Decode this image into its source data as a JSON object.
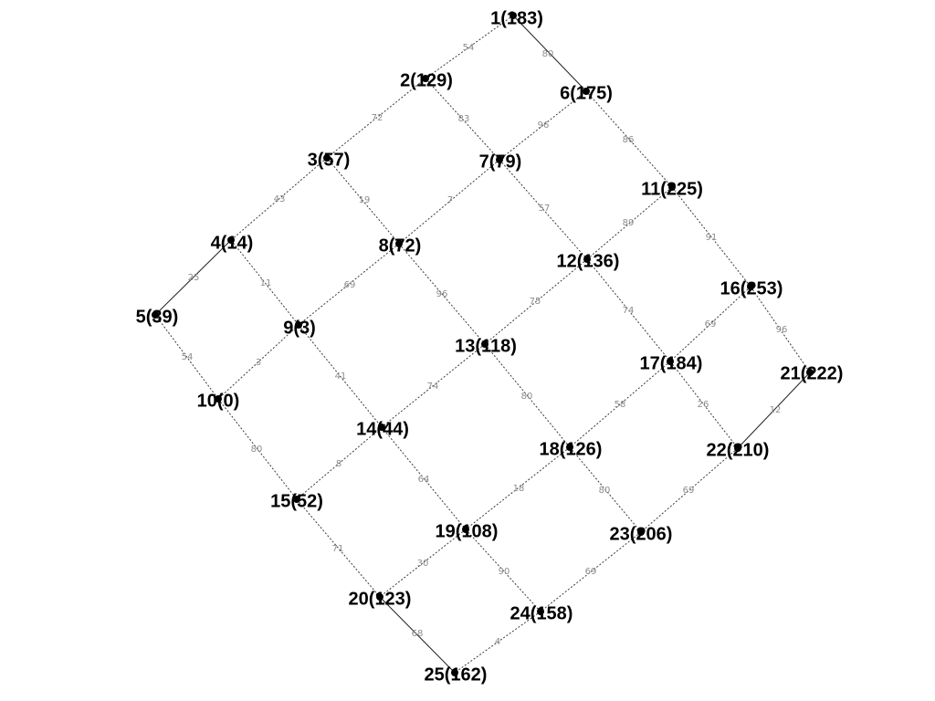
{
  "graph": {
    "nodes": [
      {
        "id": 1,
        "label": "1(183)"
      },
      {
        "id": 2,
        "label": "2(129)"
      },
      {
        "id": 3,
        "label": "3(57)"
      },
      {
        "id": 4,
        "label": "4(14)"
      },
      {
        "id": 5,
        "label": "5(39)"
      },
      {
        "id": 6,
        "label": "6(175)"
      },
      {
        "id": 7,
        "label": "7(79)"
      },
      {
        "id": 8,
        "label": "8(72)"
      },
      {
        "id": 9,
        "label": "9(3)"
      },
      {
        "id": 10,
        "label": "10(0)"
      },
      {
        "id": 11,
        "label": "11(225)"
      },
      {
        "id": 12,
        "label": "12(136)"
      },
      {
        "id": 13,
        "label": "13(118)"
      },
      {
        "id": 14,
        "label": "14(44)"
      },
      {
        "id": 15,
        "label": "15(52)"
      },
      {
        "id": 16,
        "label": "16(253)"
      },
      {
        "id": 17,
        "label": "17(184)"
      },
      {
        "id": 18,
        "label": "18(126)"
      },
      {
        "id": 19,
        "label": "19(108)"
      },
      {
        "id": 20,
        "label": "20(123)"
      },
      {
        "id": 21,
        "label": "21(222)"
      },
      {
        "id": 22,
        "label": "22(210)"
      },
      {
        "id": 23,
        "label": "23(206)"
      },
      {
        "id": 24,
        "label": "24(158)"
      },
      {
        "id": 25,
        "label": "25(162)"
      }
    ],
    "edges": [
      {
        "from": 1,
        "to": 2,
        "weight": "54",
        "solid": false
      },
      {
        "from": 1,
        "to": 6,
        "weight": "80",
        "solid": true
      },
      {
        "from": 2,
        "to": 3,
        "weight": "72",
        "solid": false
      },
      {
        "from": 2,
        "to": 7,
        "weight": "83",
        "solid": false
      },
      {
        "from": 3,
        "to": 4,
        "weight": "43",
        "solid": false
      },
      {
        "from": 3,
        "to": 8,
        "weight": "19",
        "solid": false
      },
      {
        "from": 4,
        "to": 5,
        "weight": "25",
        "solid": true
      },
      {
        "from": 4,
        "to": 9,
        "weight": "11",
        "solid": false
      },
      {
        "from": 5,
        "to": 10,
        "weight": "54",
        "solid": false
      },
      {
        "from": 6,
        "to": 7,
        "weight": "96",
        "solid": false
      },
      {
        "from": 6,
        "to": 11,
        "weight": "86",
        "solid": false
      },
      {
        "from": 7,
        "to": 8,
        "weight": "7",
        "solid": false
      },
      {
        "from": 7,
        "to": 12,
        "weight": "57",
        "solid": false
      },
      {
        "from": 8,
        "to": 9,
        "weight": "69",
        "solid": false
      },
      {
        "from": 8,
        "to": 13,
        "weight": "96",
        "solid": false
      },
      {
        "from": 9,
        "to": 10,
        "weight": "3",
        "solid": false
      },
      {
        "from": 9,
        "to": 14,
        "weight": "41",
        "solid": false
      },
      {
        "from": 10,
        "to": 15,
        "weight": "80",
        "solid": false
      },
      {
        "from": 11,
        "to": 12,
        "weight": "89",
        "solid": false
      },
      {
        "from": 11,
        "to": 16,
        "weight": "91",
        "solid": false
      },
      {
        "from": 12,
        "to": 13,
        "weight": "75",
        "solid": false
      },
      {
        "from": 12,
        "to": 17,
        "weight": "74",
        "solid": false
      },
      {
        "from": 13,
        "to": 14,
        "weight": "74",
        "solid": false
      },
      {
        "from": 13,
        "to": 18,
        "weight": "80",
        "solid": false
      },
      {
        "from": 14,
        "to": 15,
        "weight": "8",
        "solid": false
      },
      {
        "from": 14,
        "to": 19,
        "weight": "64",
        "solid": false
      },
      {
        "from": 15,
        "to": 20,
        "weight": "71",
        "solid": false
      },
      {
        "from": 16,
        "to": 17,
        "weight": "69",
        "solid": false
      },
      {
        "from": 16,
        "to": 21,
        "weight": "96",
        "solid": false
      },
      {
        "from": 17,
        "to": 18,
        "weight": "58",
        "solid": false
      },
      {
        "from": 17,
        "to": 22,
        "weight": "26",
        "solid": false
      },
      {
        "from": 18,
        "to": 19,
        "weight": "18",
        "solid": false
      },
      {
        "from": 18,
        "to": 23,
        "weight": "80",
        "solid": false
      },
      {
        "from": 19,
        "to": 20,
        "weight": "30",
        "solid": false
      },
      {
        "from": 19,
        "to": 24,
        "weight": "90",
        "solid": false
      },
      {
        "from": 20,
        "to": 25,
        "weight": "68",
        "solid": true
      },
      {
        "from": 21,
        "to": 22,
        "weight": "12",
        "solid": true
      },
      {
        "from": 22,
        "to": 23,
        "weight": "69",
        "solid": false
      },
      {
        "from": 23,
        "to": 24,
        "weight": "69",
        "solid": false
      },
      {
        "from": 24,
        "to": 25,
        "weight": "4",
        "solid": false
      }
    ]
  }
}
